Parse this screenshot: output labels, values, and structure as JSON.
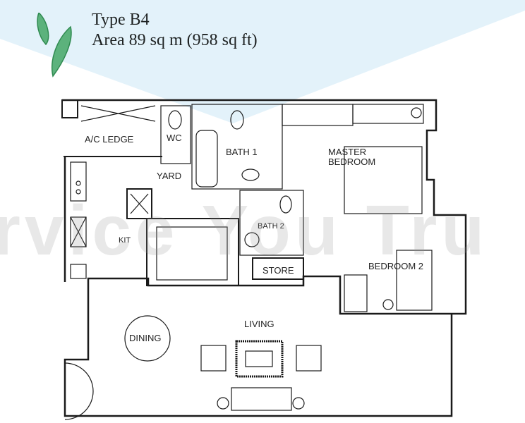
{
  "header": {
    "type_label": "Type B4",
    "area_label": "Area 89 sq m (958 sq ft)"
  },
  "colors": {
    "background_wash": "#e3f2fa",
    "leaf_green": "#3d9a60",
    "wall_line": "#1a1a1a"
  },
  "watermark": "rvice You Tru",
  "rooms": {
    "ac_ledge": "A/C LEDGE",
    "wc": "WC",
    "bath1": "BATH 1",
    "yard": "YARD",
    "kitchen": "KIT",
    "bath2": "BATH 2",
    "store": "STORE",
    "master_bedroom_line1": "MASTER",
    "master_bedroom_line2": "BEDROOM",
    "bedroom2": "BEDROOM 2",
    "dining": "DINING",
    "living": "LIVING"
  }
}
